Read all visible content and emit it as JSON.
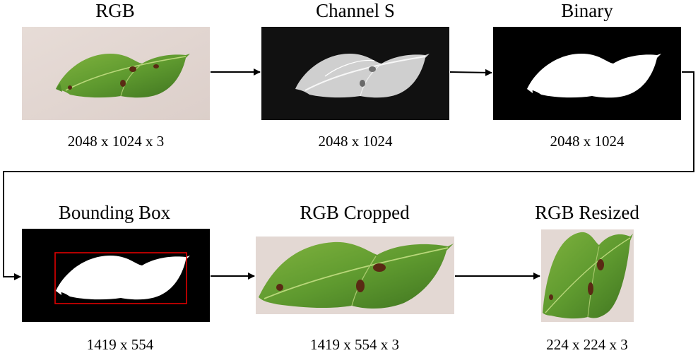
{
  "stages": [
    {
      "id": "rgb",
      "title": "RGB",
      "dims": "2048 x 1024 x 3"
    },
    {
      "id": "channel-s",
      "title": "Channel S",
      "dims": "2048 x 1024"
    },
    {
      "id": "binary",
      "title": "Binary",
      "dims": "2048 x 1024"
    },
    {
      "id": "bounding-box",
      "title": "Bounding Box",
      "dims": "1419 x 554"
    },
    {
      "id": "rgb-cropped",
      "title": "RGB Cropped",
      "dims": "1419 x 554 x 3"
    },
    {
      "id": "rgb-resized",
      "title": "RGB Resized",
      "dims": "224 x 224 x 3"
    }
  ],
  "colors": {
    "leaf_green": "#5f9a2f",
    "leaf_dark": "#3f7420",
    "leaf_vein": "#b9d77a",
    "lesion": "#5a2a14",
    "background_beige": "#e3d7d2",
    "bbox_red": "#e00000",
    "arrow": "#000000"
  }
}
